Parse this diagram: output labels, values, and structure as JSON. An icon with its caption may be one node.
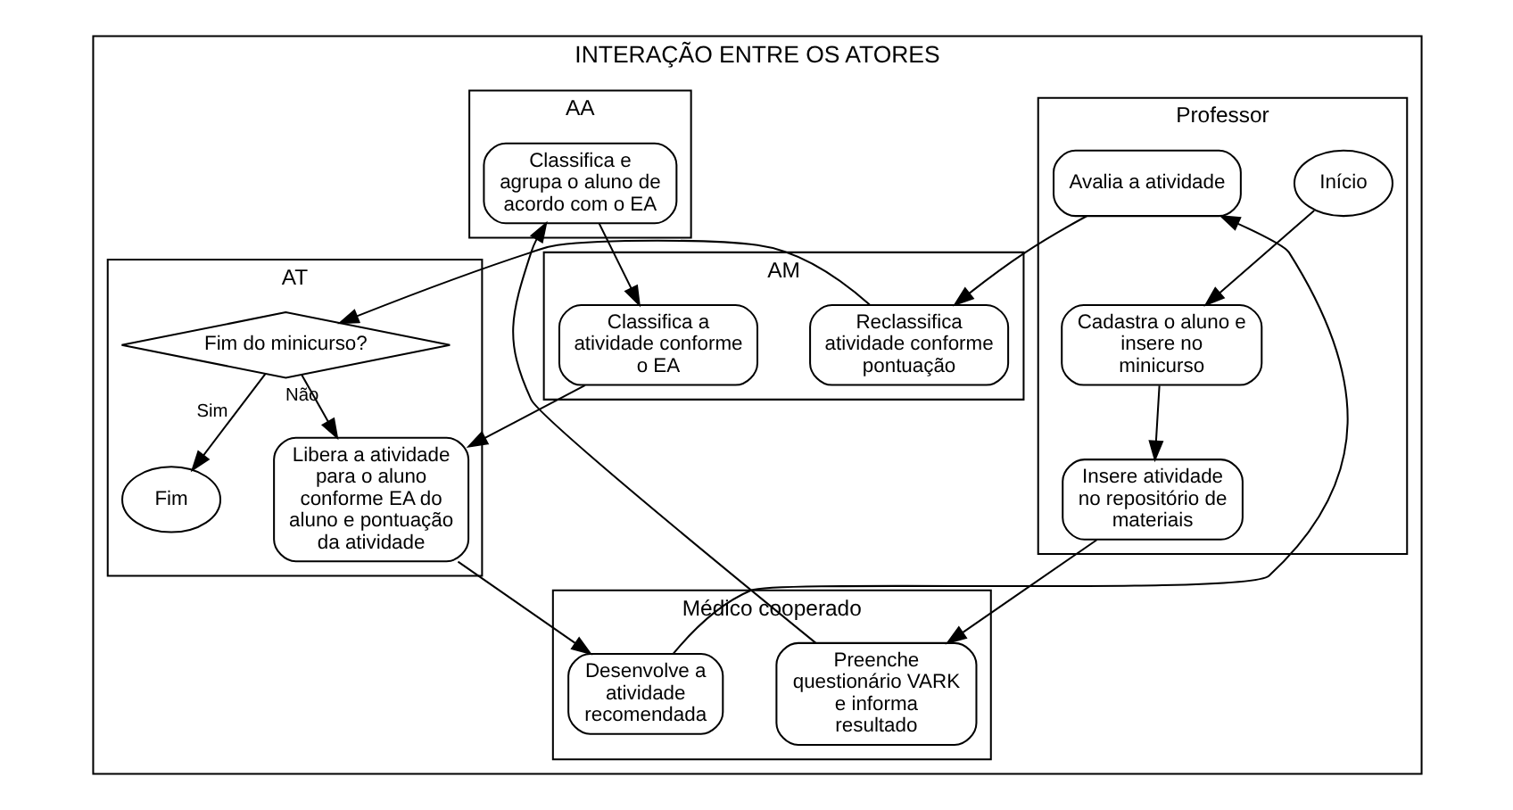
{
  "diagram": {
    "nodes": [
      {
        "text": [
          "INTERAÇÃO ENTRE OS ATORES"
        ]
      },
      {
        "text": [
          "Professor"
        ],
        "in": 0
      },
      {
        "text": [
          "Médico cooperado"
        ],
        "in": 0
      },
      {
        "text": [
          "AA"
        ],
        "in": 0
      },
      {
        "text": [
          "AM"
        ],
        "in": 0
      },
      {
        "text": [
          "AT"
        ],
        "in": 0
      },
      {
        "text": [
          "Início"
        ],
        "in": 1
      },
      {
        "text": [
          "Cadastra o aluno e insere no minicurso"
        ],
        "in": 1
      },
      {
        "text": [
          "Insere atividade no repositório de materiais"
        ],
        "in": 1
      },
      {
        "text": [
          "Avalia a atividade"
        ],
        "in": 1
      },
      {
        "text": [
          "Preenche questionário VARK e informa resultado"
        ],
        "in": 2
      },
      {
        "text": [
          "Desenvolve a atividade recomendada"
        ],
        "in": 2
      },
      {
        "text": [
          "Classifica e agrupa o aluno de acordo com o EA"
        ],
        "in": 3
      },
      {
        "text": [
          "Classifica a atividade conforme o EA"
        ],
        "in": 4
      },
      {
        "text": [
          "Reclassifica atividade conforme pontuação"
        ],
        "in": 4
      },
      {
        "text": [
          "Libera a atividade para o aluno conforme EA do aluno e pontuação da atividade"
        ],
        "in": 5
      },
      {
        "text": [
          "Fim do minicurso?"
        ],
        "in": 5
      },
      {
        "text": [
          "Fim"
        ],
        "in": 5
      }
    ],
    "edges": [
      {
        "from": 6,
        "to": 7,
        "arrow": "to"
      },
      {
        "from": 7,
        "to": 8,
        "arrow": "to"
      },
      {
        "from": 8,
        "to": 10,
        "arrow": "to"
      },
      {
        "from": 10,
        "to": 12,
        "arrow": "to"
      },
      {
        "from": 12,
        "to": 13,
        "arrow": "to"
      },
      {
        "from": 13,
        "to": 15,
        "arrow": "to"
      },
      {
        "from": 15,
        "to": 11,
        "arrow": "to"
      },
      {
        "from": 11,
        "to": 9,
        "arrow": "to"
      },
      {
        "from": 9,
        "to": 14,
        "arrow": "to"
      },
      {
        "from": 14,
        "to": 16,
        "arrow": "to"
      },
      {
        "from": 16,
        "to": 15,
        "label": "Não",
        "arrow": "to"
      },
      {
        "from": 16,
        "to": 17,
        "label": "Sim",
        "arrow": "to"
      }
    ]
  }
}
